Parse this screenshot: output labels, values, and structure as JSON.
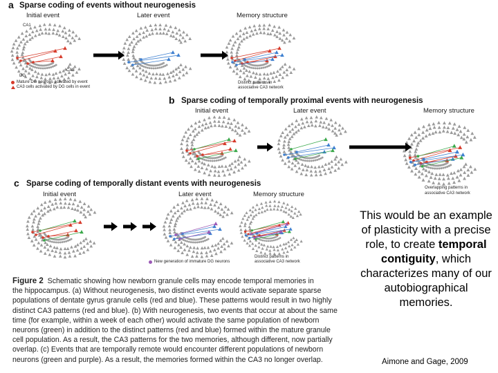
{
  "panels": {
    "a": {
      "letter": "a",
      "heading": "Sparse coding of events without neurogenesis",
      "initial": "Initial event",
      "later": "Later event",
      "memory": "Memory structure",
      "ca1": "CA1",
      "ca3": "CA3",
      "dg": "DG",
      "legend_mature": "Mature DG neurons activated by event",
      "legend_ca3": "CA3 cells activated by DG cells in event",
      "result_line1": "Distinct patterns in",
      "result_line2": "associative CA3 network"
    },
    "b": {
      "letter": "b",
      "heading": "Sparse coding of temporally proximal events with neurogenesis",
      "initial": "Initial event",
      "later": "Later event",
      "memory": "Memory structure",
      "result_line1": "Overlapping patterns in",
      "result_line2": "associative CA3 network"
    },
    "c": {
      "letter": "c",
      "heading": "Sparse coding of temporally distant events with neurogenesis",
      "initial": "Initial event",
      "later": "Later event",
      "memory": "Memory structure",
      "legend_immature": "New generation of immature DG neurons",
      "result_line1": "Distinct patterns in",
      "result_line2": "associative CA3 network"
    }
  },
  "caption": {
    "lines": [
      "Schematic showing how newborn granule cells may encode temporal memories in",
      "the hippocampus. (a) Without neurogenesis, two distinct events would activate separate sparse",
      "populations of dentate gyrus granule cells (red and blue). These patterns would result in two highly",
      "distinct CA3 patterns (red and blue). (b) With neurogenesis, two events that occur at about the same",
      "time (for example, within a week of each other) would activate the same population of newborn",
      "neurons (green) in addition to the distinct patterns (red and blue) formed within the mature granule",
      "cell population. As a result, the CA3 patterns for the two memories, although different, now partially",
      "overlap. (c) Events that are temporally remote would encounter different populations of newborn",
      "neurons (green and purple). As a result, the memories formed within the CA3 no longer overlap."
    ],
    "figure_label": "Figure 2"
  },
  "text_panel": {
    "part1": "This would be an example of plasticity with a precise role, to create ",
    "bold1": "temporal contiguity",
    "part2": ", which characterizes many of our autobiographical memories."
  },
  "credit": "Aimone and Gage, 2009",
  "colors": {
    "neuron_gray": "#9a9a9a",
    "red": "#d63a2a",
    "blue": "#3d7fd0",
    "green": "#3aa84a",
    "purple": "#9b59b6",
    "arrow": "#000000"
  }
}
